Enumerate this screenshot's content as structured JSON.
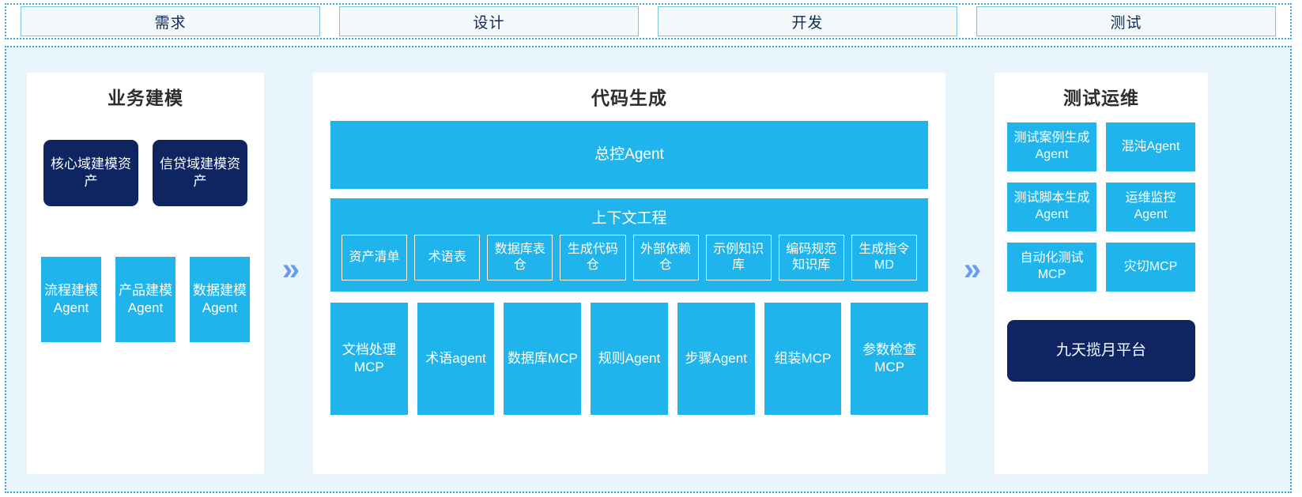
{
  "stages": {
    "items": [
      {
        "label": "需求"
      },
      {
        "label": "设计"
      },
      {
        "label": "开发"
      },
      {
        "label": "测试"
      }
    ]
  },
  "colors": {
    "accent_cyan": "#1fb5ec",
    "navy": "#0f2562",
    "frame_border": "#3aa7d8",
    "frame_bg": "#e9f5fd",
    "chevron": "#6c9ce8",
    "stage_box_bg": "#f3f8fb",
    "stage_box_border": "#7fc2dd"
  },
  "chevrons": {
    "glyph": "»",
    "left_name": "chevron-separator-1",
    "right_name": "chevron-separator-2"
  },
  "left_panel": {
    "title": "业务建模",
    "assets": [
      {
        "label": "核心域建模资产"
      },
      {
        "label": "信贷域建模资产"
      }
    ],
    "agents": [
      {
        "label": "流程建模Agent"
      },
      {
        "label": "产品建模Agent"
      },
      {
        "label": "数据建模Agent"
      }
    ]
  },
  "center_panel": {
    "title": "代码生成",
    "master_agent": "总控Agent",
    "context": {
      "title": "上下文工程",
      "items": [
        {
          "label": "资产清单"
        },
        {
          "label": "术语表"
        },
        {
          "label": "数据库表仓"
        },
        {
          "label": "生成代码仓"
        },
        {
          "label": "外部依赖仓"
        },
        {
          "label": "示例知识库"
        },
        {
          "label": "编码规范知识库"
        },
        {
          "label": "生成指令MD"
        }
      ]
    },
    "tools": [
      {
        "label": "文档处理MCP"
      },
      {
        "label": "术语agent"
      },
      {
        "label": "数据库MCP"
      },
      {
        "label": "规则Agent"
      },
      {
        "label": "步骤Agent"
      },
      {
        "label": "组装MCP"
      },
      {
        "label": "参数检查MCP"
      }
    ]
  },
  "right_panel": {
    "title": "测试运维",
    "items": [
      {
        "label": "测试案例生成Agent"
      },
      {
        "label": "混沌Agent"
      },
      {
        "label": "测试脚本生成Agent"
      },
      {
        "label": "运维监控Agent"
      },
      {
        "label": "自动化测试MCP"
      },
      {
        "label": "灾切MCP"
      }
    ],
    "platform": "九天揽月平台"
  }
}
